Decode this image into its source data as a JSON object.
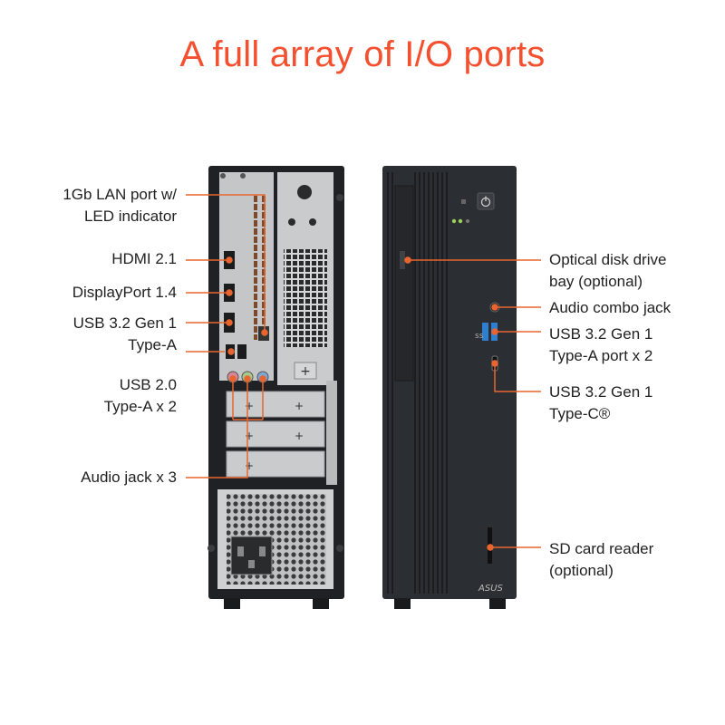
{
  "title": "A full array of I/O ports",
  "colors": {
    "accent": "#f4502f",
    "chassis": "#2b2e33",
    "panel": "#c9cbcd",
    "line": "#e8652f"
  },
  "left_labels": [
    {
      "line1": "1Gb LAN port w/",
      "line2": "LED indicator"
    },
    {
      "line1": "HDMI 2.1",
      "line2": ""
    },
    {
      "line1": "DisplayPort 1.4",
      "line2": ""
    },
    {
      "line1": "USB 3.2 Gen 1",
      "line2": "Type-A"
    },
    {
      "line1": "USB 2.0",
      "line2": "Type-A x 2"
    },
    {
      "line1": "Audio jack x 3",
      "line2": ""
    }
  ],
  "right_labels": [
    {
      "line1": "Optical disk drive",
      "line2": "bay (optional)"
    },
    {
      "line1": "Audio combo jack",
      "line2": ""
    },
    {
      "line1": "USB 3.2 Gen 1",
      "line2": "Type-A port x 2"
    },
    {
      "line1": "USB 3.2 Gen 1",
      "line2": "Type-C®"
    },
    {
      "line1": "SD card reader",
      "line2": "(optional)"
    }
  ],
  "brand_logo": "ASUS",
  "icons": [
    "power-button-icon",
    "usb-icon"
  ]
}
